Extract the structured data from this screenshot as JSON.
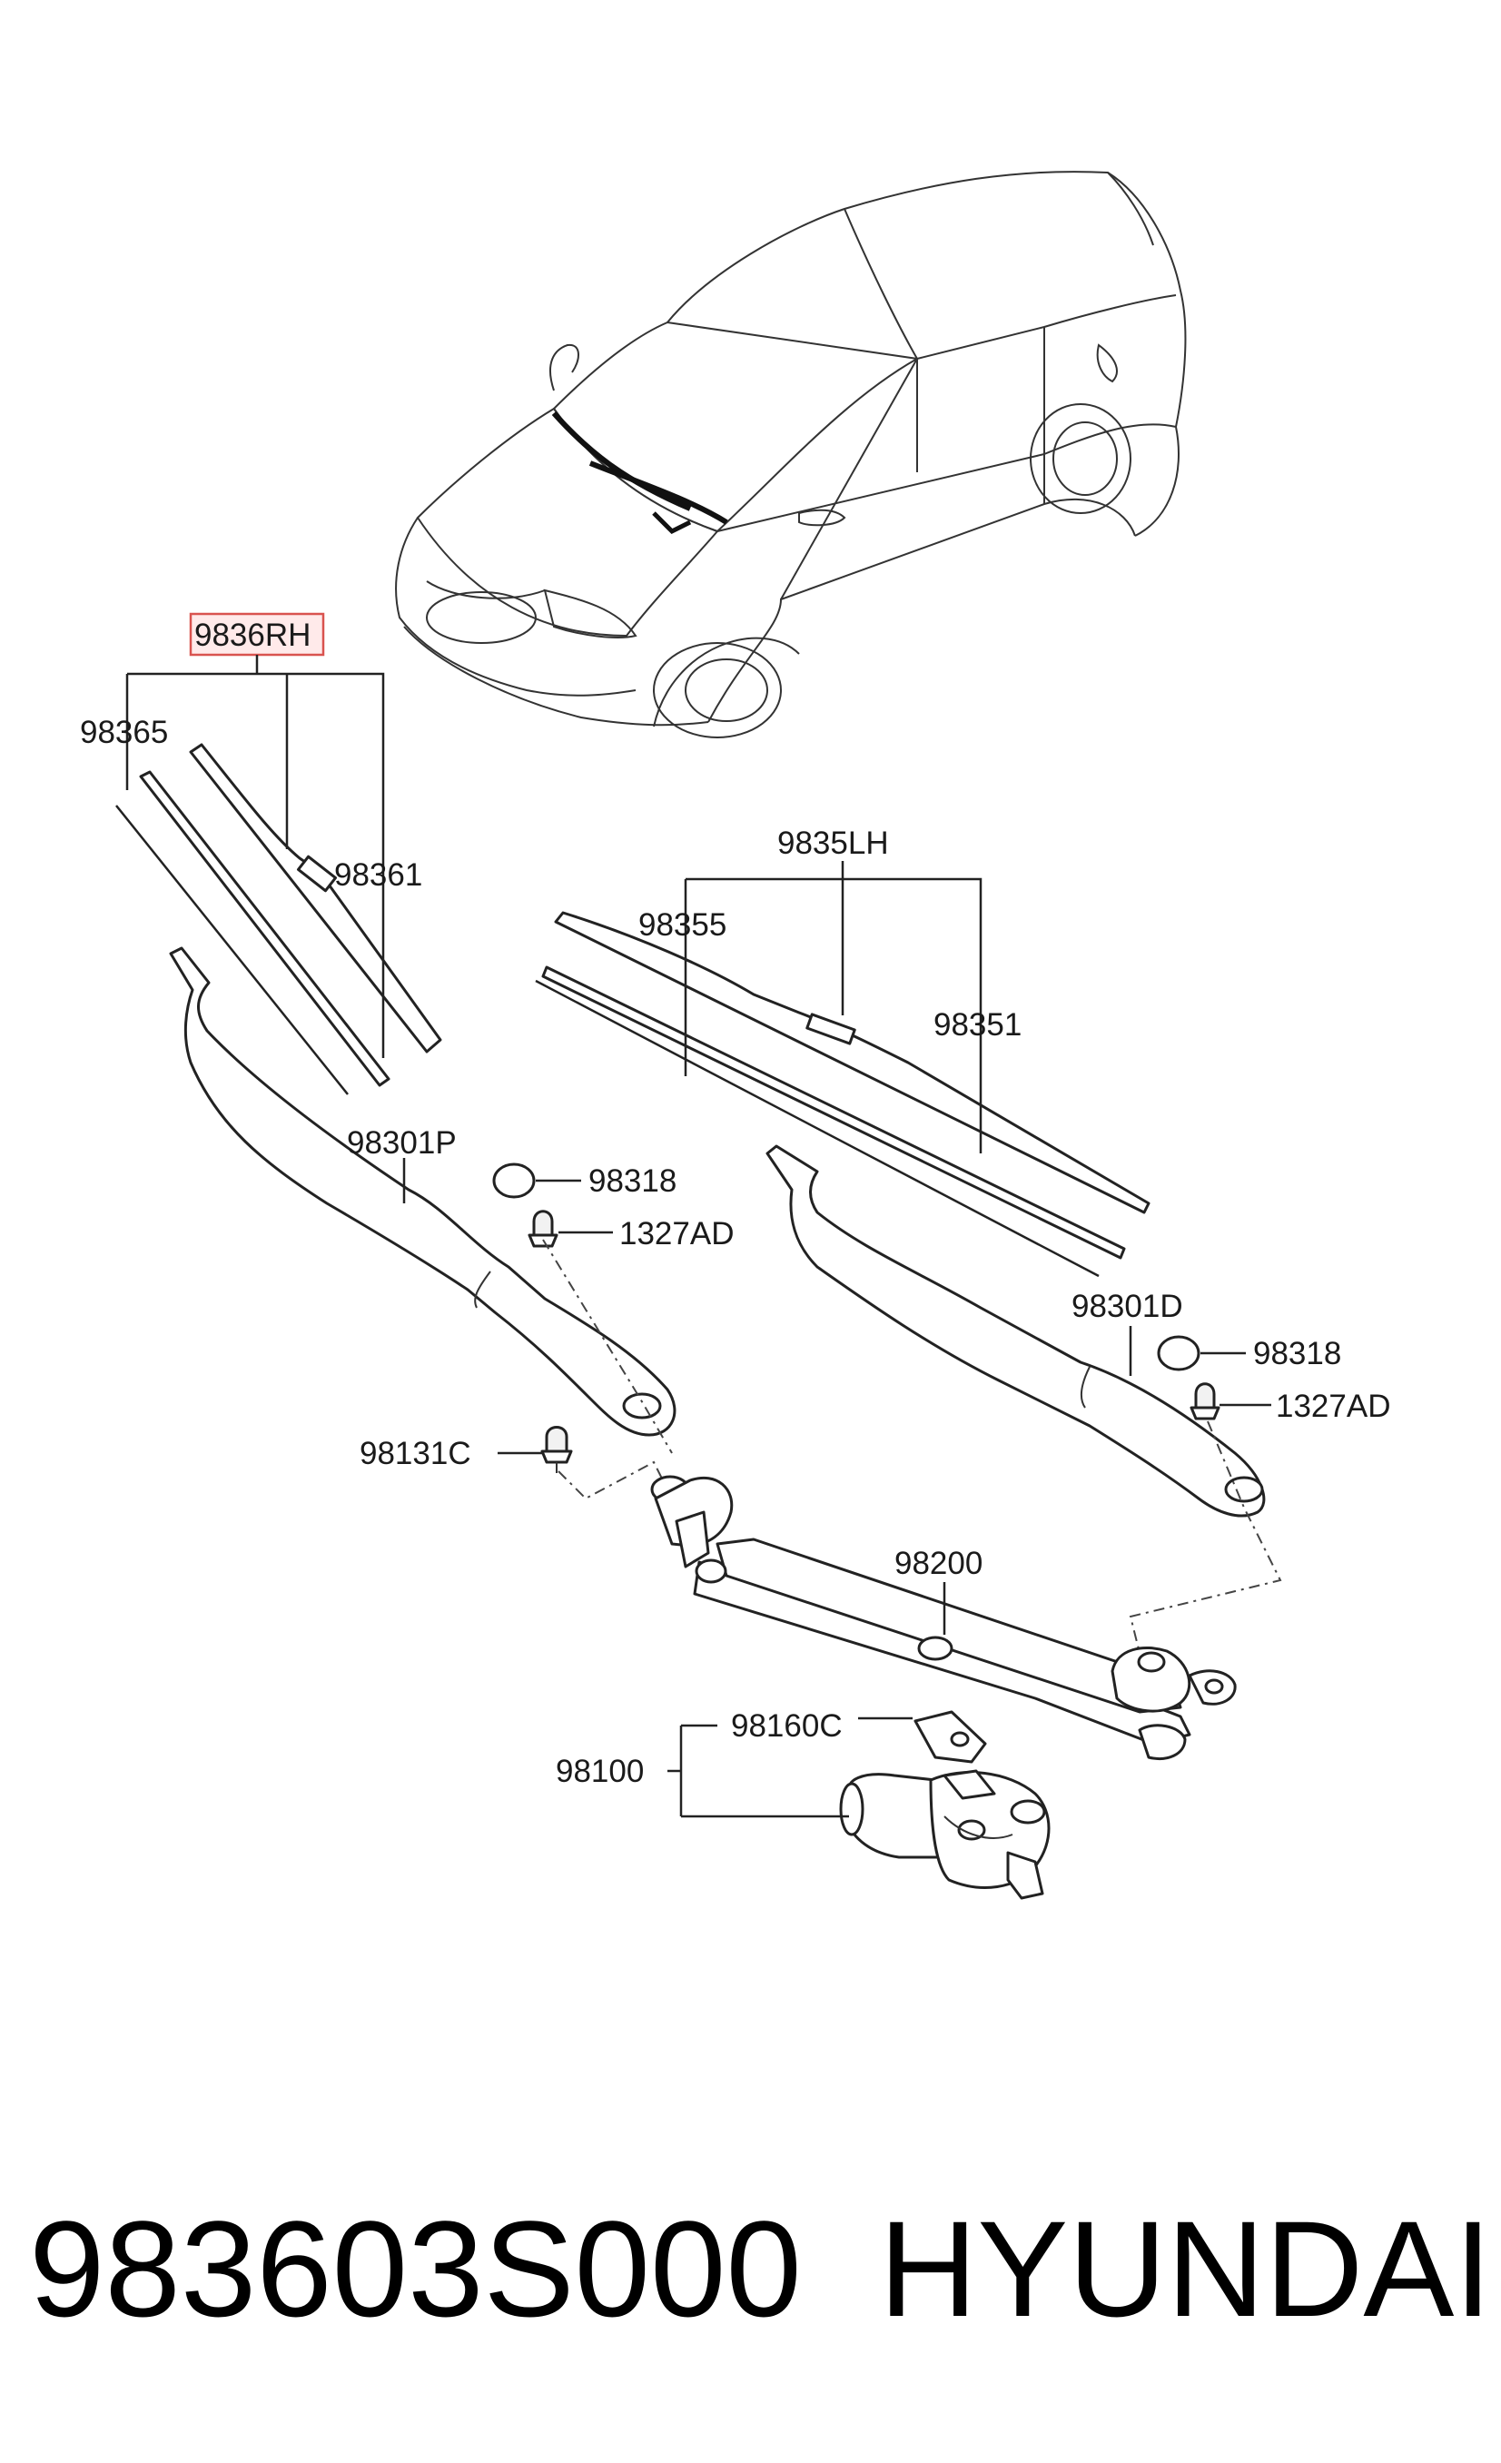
{
  "labels": {
    "rh_assembly": "9836RH",
    "rh_refill": "98365",
    "rh_blade": "98361",
    "lh_assembly": "9835LH",
    "lh_refill": "98355",
    "lh_blade": "98351",
    "arm_p": "98301P",
    "cap_p": "98318",
    "nut_p": "1327AD",
    "arm_d": "98301D",
    "cap_d": "98318",
    "nut_d": "1327AD",
    "cap_nut": "98131C",
    "linkage": "98200",
    "motor_assy": "98100",
    "bracket": "98160C"
  },
  "footer": {
    "part_number": "983603S000",
    "brand": "HYUNDAI"
  },
  "colors": {
    "highlight_border": "#d9534f",
    "highlight_fill": "#ffeaea",
    "line": "#222222"
  }
}
